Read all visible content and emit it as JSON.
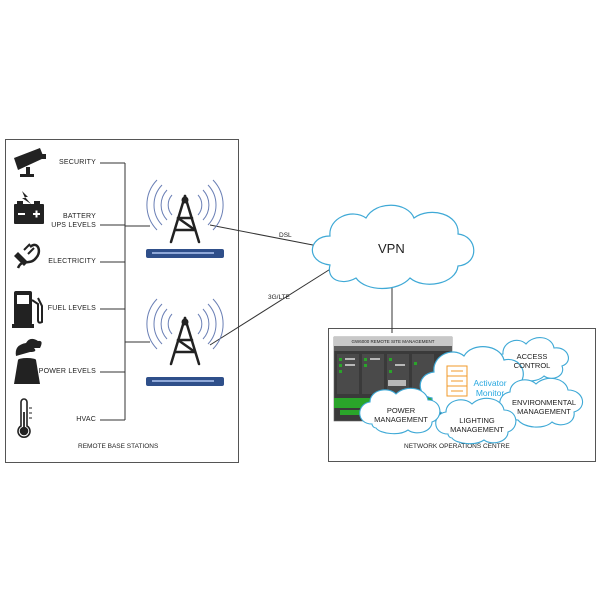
{
  "left_panel": {
    "caption": "REMOTE BASE STATIONS",
    "items": [
      {
        "label": "SECURITY",
        "icon": "cctv-camera-icon"
      },
      {
        "label": "BATTERY\nUPS LEVELS",
        "icon": "battery-icon"
      },
      {
        "label": "ELECTRICITY",
        "icon": "power-plug-icon"
      },
      {
        "label": "FUEL LEVELS",
        "icon": "fuel-pump-icon"
      },
      {
        "label": "POWER LEVELS",
        "icon": "power-plant-icon"
      },
      {
        "label": "HVAC",
        "icon": "thermometer-icon"
      }
    ]
  },
  "links": {
    "dsl": "DSL",
    "lte": "3G/LTE"
  },
  "vpn": {
    "label": "VPN"
  },
  "noc": {
    "caption": "NETWORK OPERATIONS CENTRE",
    "screenshot_title": "GW6000 REMOTE SITE MANAGEMENT",
    "monitor_label": "Activator\nMonitor",
    "clouds": {
      "access": "ACCESS\nCONTROL",
      "environmental": "ENVIRONMENTAL\nMANAGEMENT",
      "power": "POWER\nMANAGEMENT",
      "lighting": "LIGHTING\nMANAGEMENT"
    }
  },
  "colors": {
    "accent": "#29a8e0",
    "cloud_stroke": "#3fa9d6",
    "router": "#2f4f8a",
    "screen_green": "#2aa52a"
  }
}
